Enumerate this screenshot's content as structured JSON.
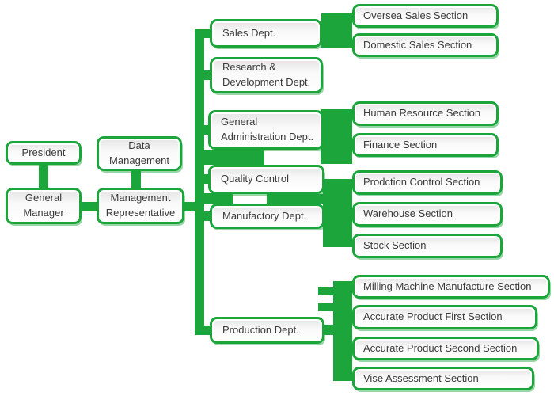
{
  "diagram": {
    "type": "organization-chart",
    "accent_color": "#1ca53b",
    "text_color": "#3a3a3a",
    "background_color": "#ffffff"
  },
  "boxes": {
    "president": "President",
    "general_manager": "General\nManager",
    "data_management": "Data\nManagement",
    "management_representative": "Management\nRepresentative",
    "sales_dept": "Sales Dept.",
    "research_development": "Research &\nDevelopment Dept.",
    "general_administration": "General\nAdministration Dept.",
    "quality_control": "Quality Control",
    "manufactory": "Manufactory Dept.",
    "production": "Production Dept.",
    "oversea_sales": "Oversea Sales Section",
    "domestic_sales": "Domestic Sales Section",
    "human_resource": "Human Resource Section",
    "finance": "Finance Section",
    "prodction_control": "Prodction Control Section",
    "warehouse": "Warehouse Section",
    "stock": "Stock Section",
    "milling_machine": "Milling Machine Manufacture Section",
    "accurate_first": "Accurate Product First Section",
    "accurate_second": "Accurate Product Second Section",
    "vise_assessment": "Vise Assessment Section"
  },
  "hierarchy": [
    {
      "parent": "President",
      "children": [
        "General Manager"
      ]
    },
    {
      "parent": "Data Management",
      "children": [
        "Management Representative"
      ]
    },
    {
      "parent": "General Manager",
      "children": [
        "Management Representative"
      ]
    },
    {
      "parent": "Management Representative",
      "children": [
        "Sales Dept.",
        "Research & Development Dept.",
        "General Administration Dept.",
        "Quality Control",
        "Manufactory Dept.",
        "Production Dept."
      ]
    },
    {
      "parent": "Sales Dept.",
      "children": [
        "Oversea Sales Section",
        "Domestic Sales Section"
      ]
    },
    {
      "parent": "General Administration Dept.",
      "children": [
        "Human Resource Section",
        "Finance Section"
      ]
    },
    {
      "parent": "Quality Control / Manufactory Dept.",
      "children": [
        "Prodction Control Section",
        "Warehouse Section",
        "Stock Section"
      ]
    },
    {
      "parent": "Production Dept.",
      "children": [
        "Milling Machine Manufacture Section",
        "Accurate Product First Section",
        "Accurate Product Second Section",
        "Vise Assessment Section"
      ]
    }
  ]
}
